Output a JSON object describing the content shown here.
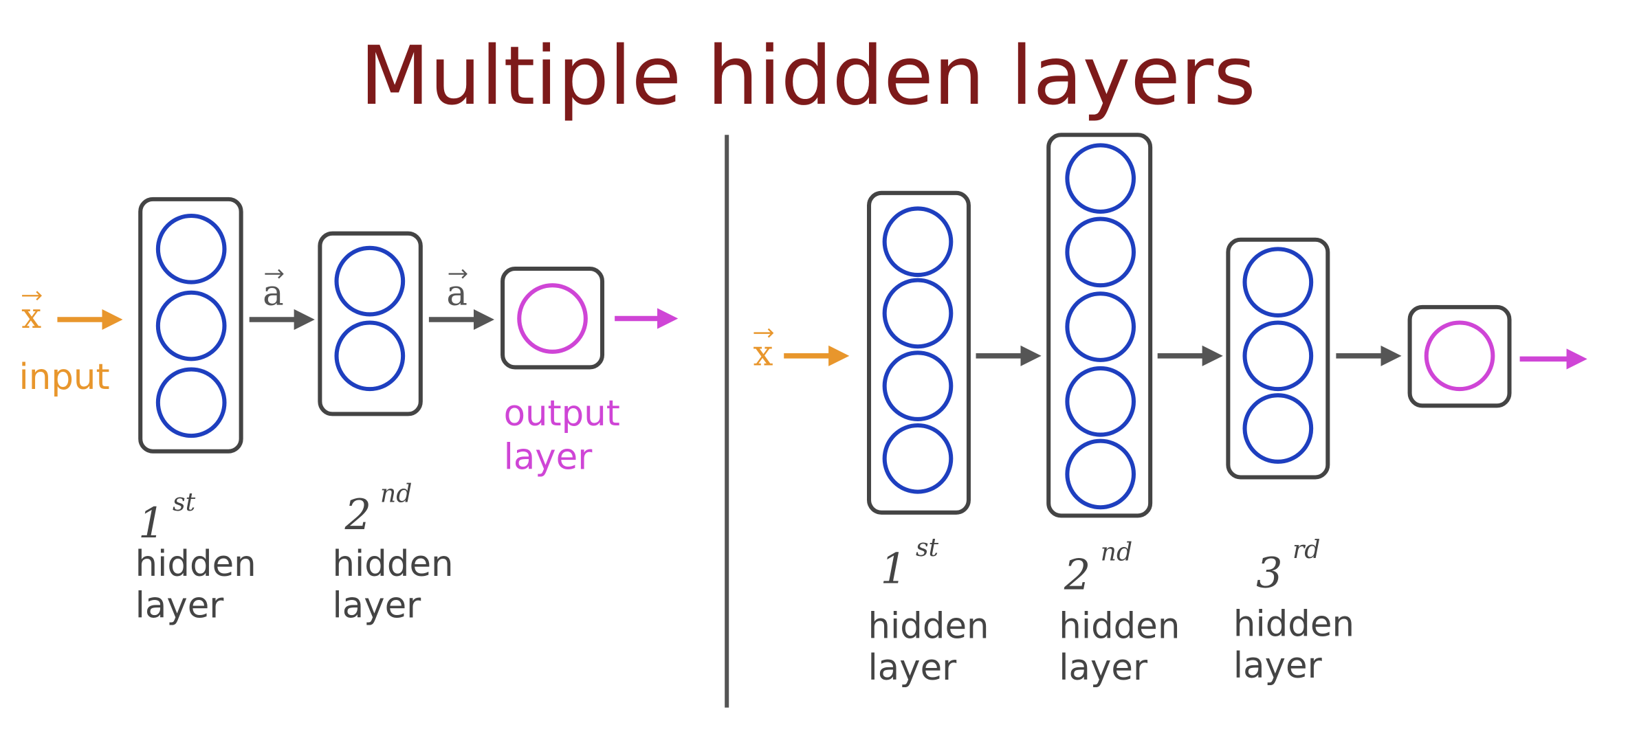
{
  "title": "Multiple hidden layers",
  "colors": {
    "title": "#7d1a1a",
    "input": "#e8962c",
    "output": "#cf45d6",
    "neuron": "#1e3fbf",
    "frame": "#444444"
  },
  "left": {
    "input_symbol": "x",
    "input_label": "input",
    "activation_symbol": "a",
    "output_label_line1": "output",
    "output_label_line2": "layer",
    "layers": [
      {
        "ordinal": "1",
        "suffix": "st",
        "line1": "hidden",
        "line2": "layer",
        "neurons": 3
      },
      {
        "ordinal": "2",
        "suffix": "nd",
        "line1": "hidden",
        "line2": "layer",
        "neurons": 2
      }
    ]
  },
  "right": {
    "input_symbol": "x",
    "layers": [
      {
        "ordinal": "1",
        "suffix": "st",
        "line1": "hidden",
        "line2": "layer",
        "neurons": 4
      },
      {
        "ordinal": "2",
        "suffix": "nd",
        "line1": "hidden",
        "line2": "layer",
        "neurons": 5
      },
      {
        "ordinal": "3",
        "suffix": "rd",
        "line1": "hidden",
        "line2": "layer",
        "neurons": 3
      }
    ]
  }
}
